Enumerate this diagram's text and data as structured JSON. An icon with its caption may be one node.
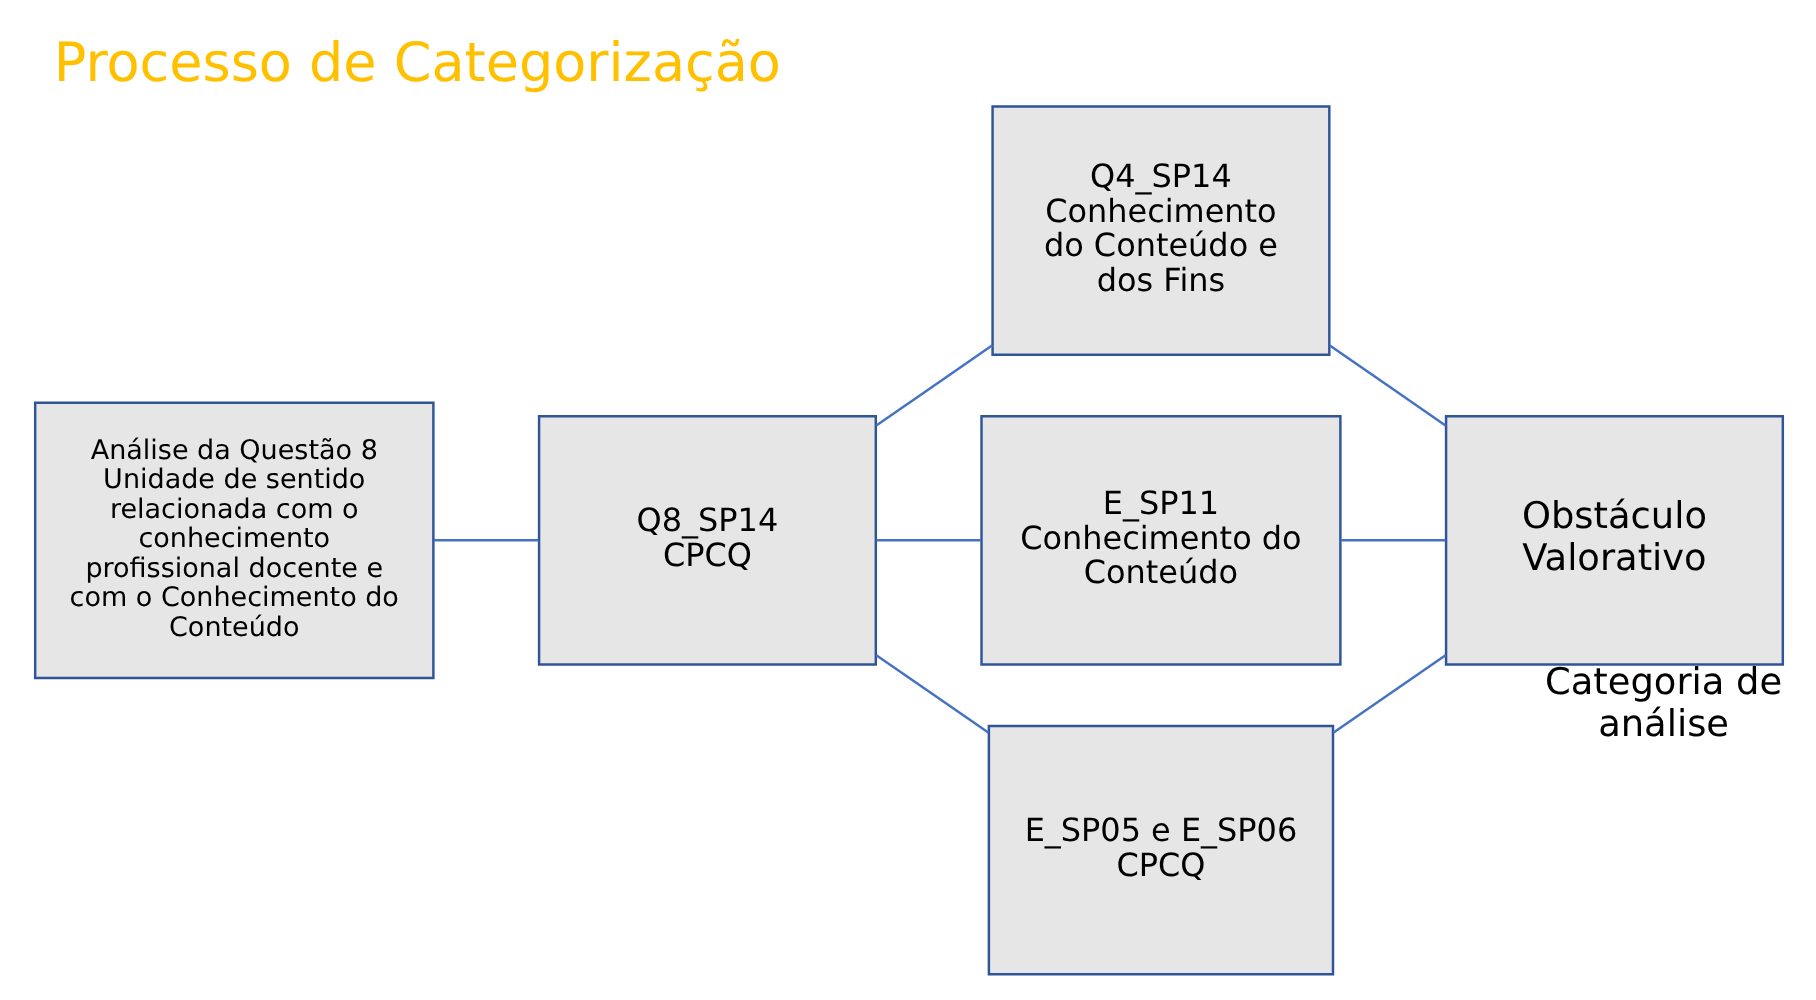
{
  "diagram": {
    "title": "Processo de Categorização",
    "nodes": [
      {
        "text": [
          "Análise da Questão 8",
          "Unidade de sentido relacionada com o conhecimento profissional docente e com o Conhecimento do Conteúdo"
        ]
      },
      {
        "text": [
          "Q8_SP14",
          "CPCQ"
        ]
      },
      {
        "text": [
          "Q4_SP14",
          "Conhecimento do Conteúdo e dos Fins"
        ]
      },
      {
        "text": [
          "E_SP11",
          "Conhecimento do Conteúdo"
        ]
      },
      {
        "text": [
          "E_SP05 e E_SP06",
          "CPCQ"
        ]
      },
      {
        "text": [
          "Obstáculo Valorativo"
        ],
        "beside": [
          "Categoria de análise"
        ]
      }
    ],
    "edges": [
      {
        "from": 0,
        "to": 1,
        "arrow": "none"
      },
      {
        "from": 1,
        "to": 2,
        "arrow": "none"
      },
      {
        "from": 1,
        "to": 3,
        "arrow": "none"
      },
      {
        "from": 1,
        "to": 4,
        "arrow": "none"
      },
      {
        "from": 2,
        "to": 5,
        "arrow": "none"
      },
      {
        "from": 3,
        "to": 5,
        "arrow": "none"
      },
      {
        "from": 4,
        "to": 5,
        "arrow": "none"
      }
    ]
  }
}
